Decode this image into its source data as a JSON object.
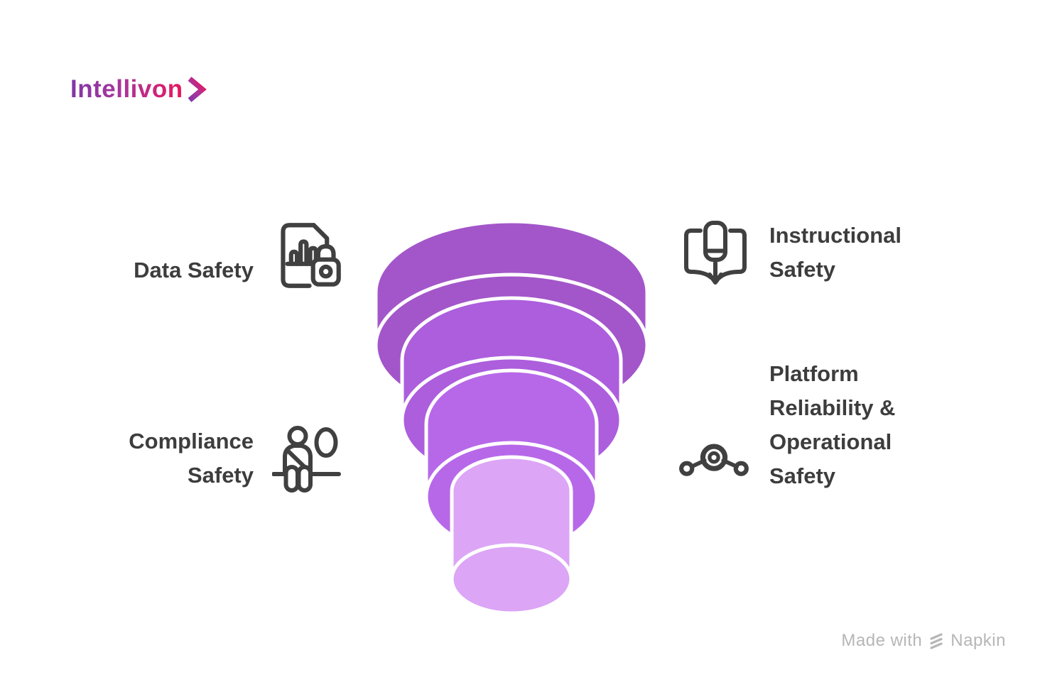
{
  "brand": {
    "name": "Intellivon",
    "gradient_start": "#8036a7",
    "gradient_mid": "#a9359c",
    "gradient_end": "#e8175d"
  },
  "labels": {
    "data_safety": {
      "lines": [
        "Data Safety"
      ]
    },
    "compliance_safety": {
      "lines": [
        "Compliance",
        "Safety"
      ]
    },
    "instructional_safety:": {
      "lines": []
    },
    "instructional": {
      "lines": [
        "Instructional",
        "Safety"
      ]
    },
    "platform": {
      "lines": [
        "Platform",
        "Reliability &",
        "Operational",
        "Safety"
      ]
    }
  },
  "icons": {
    "data_safety": "document-chart-lock-icon",
    "compliance_safety": "seatbelt-person-icon",
    "instructional_safety": "open-book-device-icon",
    "platform_safety": "network-nodes-icon",
    "stroke_color": "#404040"
  },
  "funnel": {
    "type": "layered-funnel",
    "layer_count": 4,
    "layer_colors": [
      "#a356c9",
      "#ac5edd",
      "#b768e9",
      "#dca5f5"
    ],
    "separator_color": "#ffffff"
  },
  "footer": {
    "prefix": "Made with",
    "brand": "Napkin",
    "text_color": "#b6b6b6"
  },
  "colors": {
    "background": "#ffffff",
    "label_text": "#3d3d3d"
  }
}
